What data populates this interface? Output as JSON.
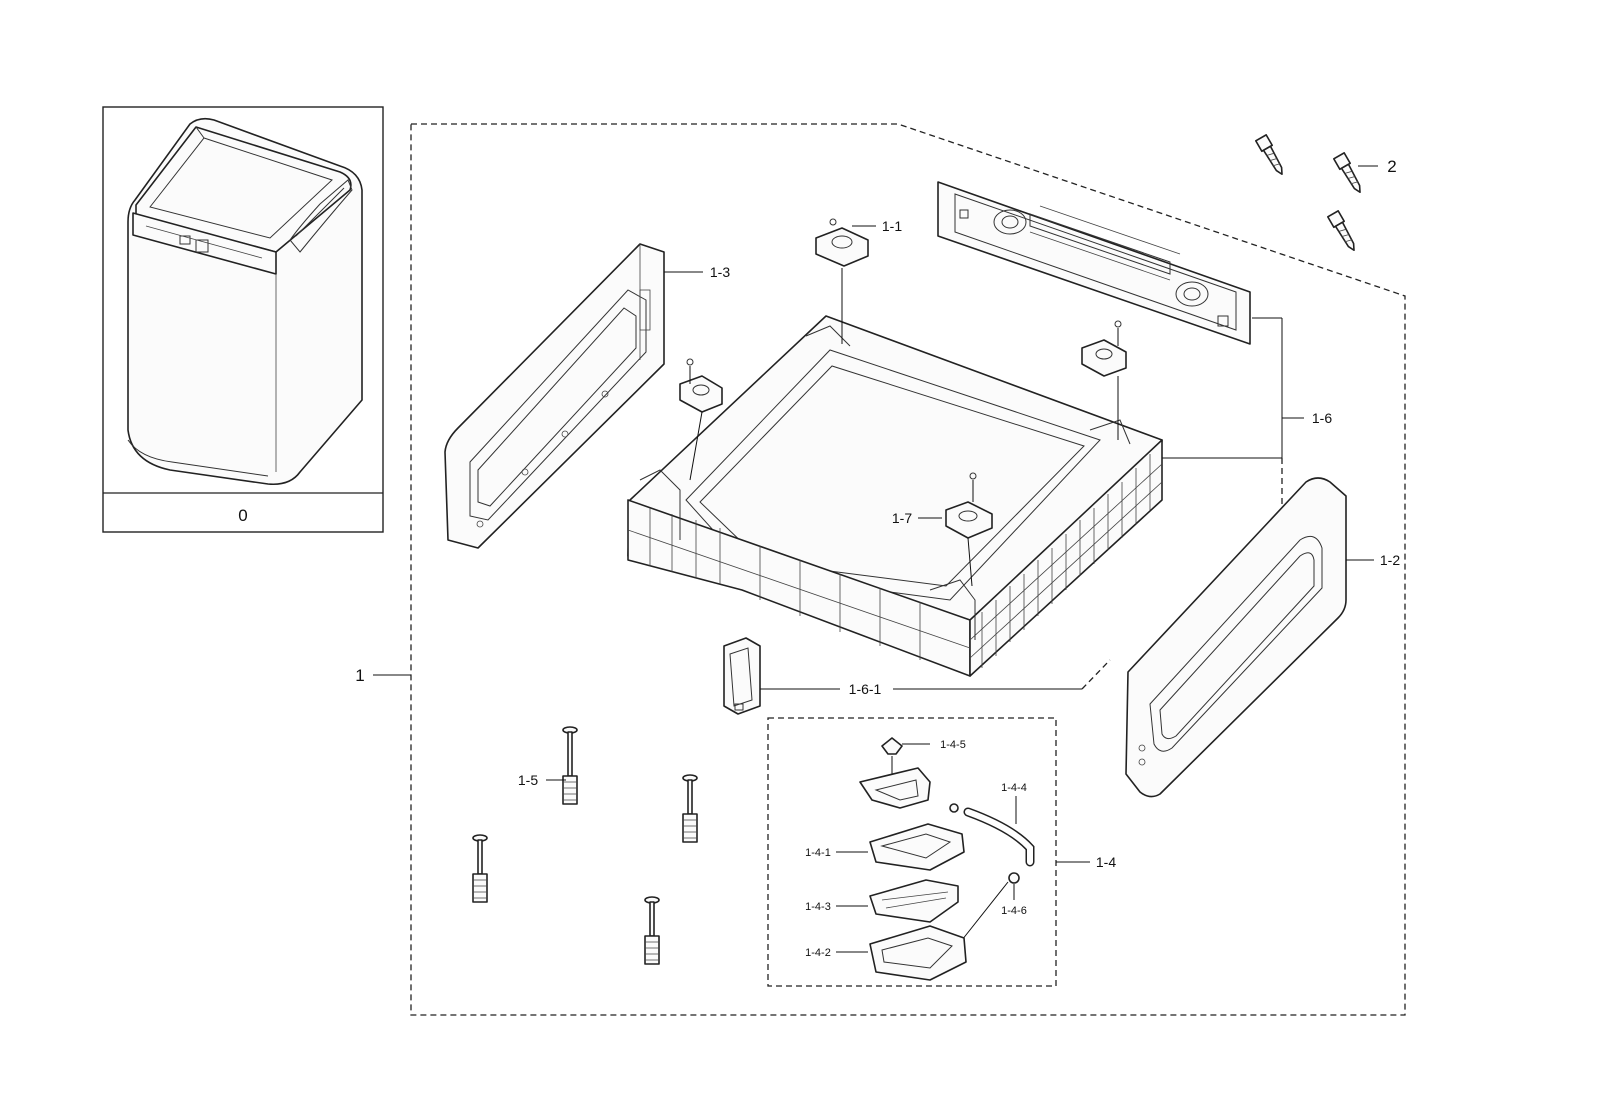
{
  "labels": {
    "p0": "0",
    "p1": "1",
    "p1_1": "1-1",
    "p1_2": "1-2",
    "p1_3": "1-3",
    "p1_4": "1-4",
    "p1_4_1": "1-4-1",
    "p1_4_2": "1-4-2",
    "p1_4_3": "1-4-3",
    "p1_4_4": "1-4-4",
    "p1_4_5": "1-4-5",
    "p1_4_6": "1-4-6",
    "p1_5": "1-5",
    "p1_6": "1-6",
    "p1_6_1": "1-6-1",
    "p1_7": "1-7",
    "p2": "2"
  }
}
